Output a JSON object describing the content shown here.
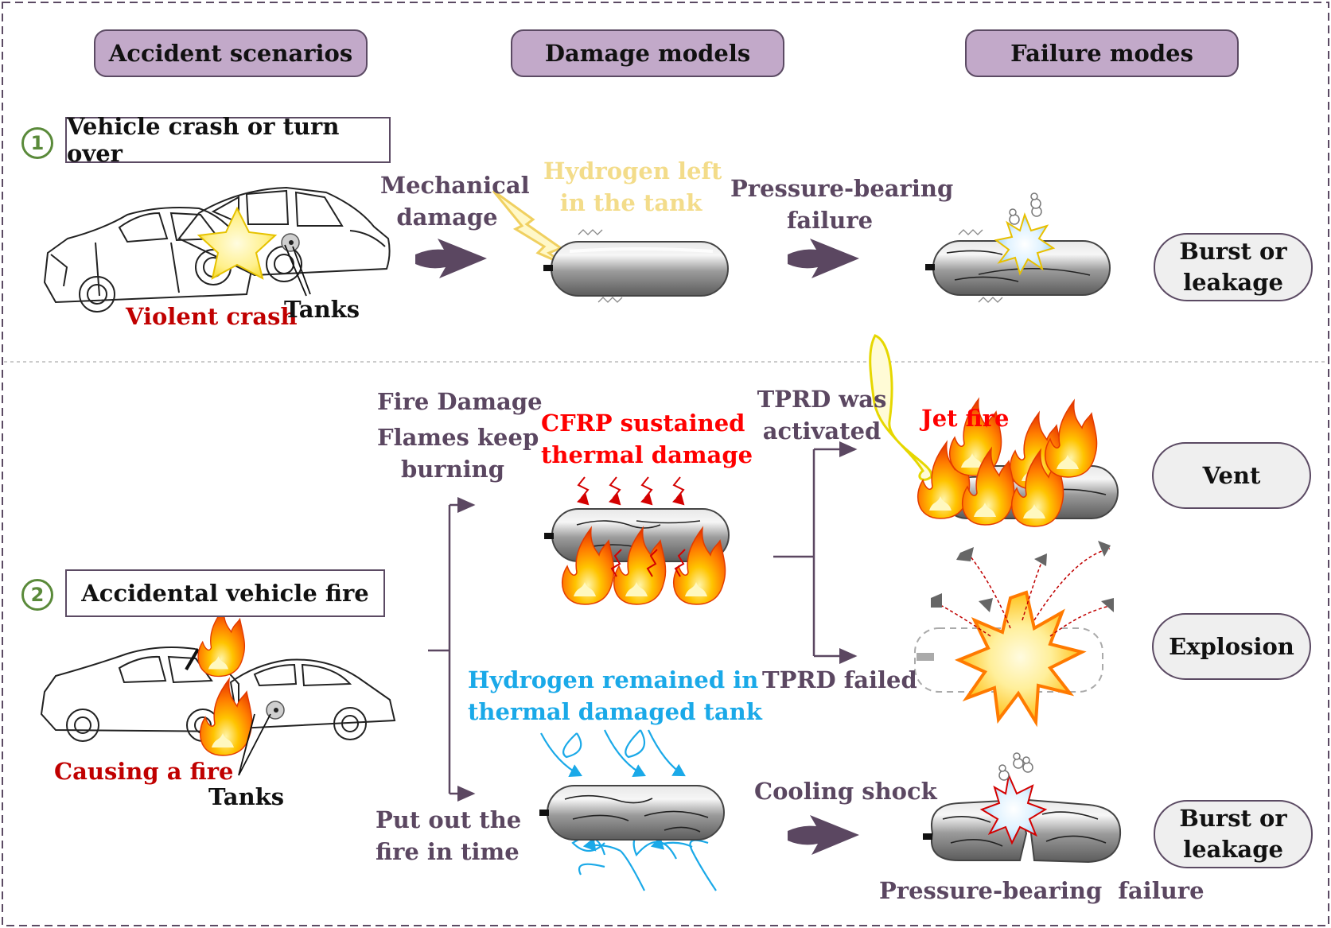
{
  "headers": {
    "scenarios": "Accident scenarios",
    "damage_models": "Damage models",
    "failure_modes": "Failure modes"
  },
  "scenario1": {
    "number": "1",
    "title": "Vehicle crash or turn over",
    "crash_label": "Violent crash",
    "tanks_label": "Tanks",
    "mechanical_line1": "Mechanical",
    "mechanical_line2": "damage",
    "hydrogen_left_line1": "Hydrogen left",
    "hydrogen_left_line2": "in the tank",
    "pressure_line1": "Pressure-bearing",
    "pressure_line2": "failure",
    "outcome_line1": "Burst or",
    "outcome_line2": "leakage"
  },
  "scenario2": {
    "number": "2",
    "title": "Accidental vehicle fire",
    "fire_label": "Causing a fire",
    "tanks_label": "Tanks",
    "fire_damage": "Fire Damage",
    "flames_line1": "Flames keep",
    "flames_line2": "burning",
    "cfrp_line1": "CFRP sustained",
    "cfrp_line2": "thermal damage",
    "tprd_activated_line1": "TPRD was",
    "tprd_activated_line2": "activated",
    "jet_fire": "Jet fire",
    "tprd_failed": "TPRD failed",
    "hydrogen_remained_line1": "Hydrogen remained in",
    "hydrogen_remained_line2": "thermal damaged tank",
    "put_out_line1": "Put out the",
    "put_out_line2": "fire in time",
    "cooling_shock": "Cooling shock",
    "pressure_failure": "Pressure-bearing  failure",
    "vent": "Vent",
    "explosion": "Explosion",
    "outcome_line1": "Burst or",
    "outcome_line2": "leakage"
  },
  "colors": {
    "header_fill": "#c2a9c9",
    "border": "#5b4a63",
    "purple_text": "#5b4761",
    "dark_red": "#c00000",
    "red": "#ff0000",
    "cyan": "#1aa9e8",
    "pale_yellow": "#f3dc8a",
    "number_green": "#5a8a3a",
    "pill_fill": "#efefef"
  }
}
